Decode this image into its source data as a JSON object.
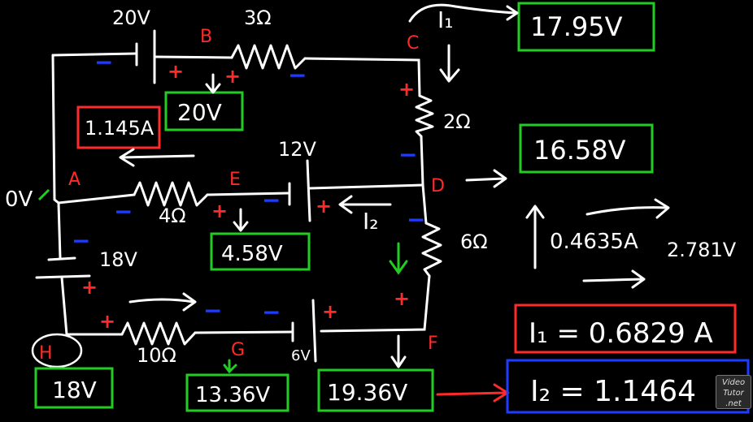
{
  "colors": {
    "wire": "#ffffff",
    "red": "#ff2a2a",
    "green": "#22cc22",
    "blue": "#1e3cff"
  },
  "components": {
    "battery_top": "20V",
    "resistor_top": "3Ω",
    "resistor_right_upper": "2Ω",
    "battery_middle": "12V",
    "resistor_middle": "4Ω",
    "resistor_right_lower": "6Ω",
    "battery_left": "18V",
    "resistor_bottom": "10Ω",
    "battery_bottom": "6V"
  },
  "nodes": {
    "a": "A",
    "b": "B",
    "c": "C",
    "d": "D",
    "e": "E",
    "f": "F",
    "g": "G",
    "h": "H"
  },
  "ground_label": "0V",
  "voltage_boxes": {
    "b_box": "20V",
    "c_box": "17.95V",
    "d_box": "16.58V",
    "e_box": "4.58V",
    "h_box": "18V",
    "g_box": "13.36V",
    "f_box": "19.36V"
  },
  "currents": {
    "left_box": "1.145A",
    "i1_label": "I₁",
    "i2_label": "I₂",
    "mid_current": "0.4635A",
    "mid_voltage": "2.781V"
  },
  "results": {
    "i1": "I₁ = 0.6829 A",
    "i2": "I₂ = 1.1464"
  },
  "signs": {
    "plus": "+",
    "minus": "−"
  },
  "logo": {
    "line1": "Video",
    "line2": "Tutor",
    "line3": ".net"
  }
}
